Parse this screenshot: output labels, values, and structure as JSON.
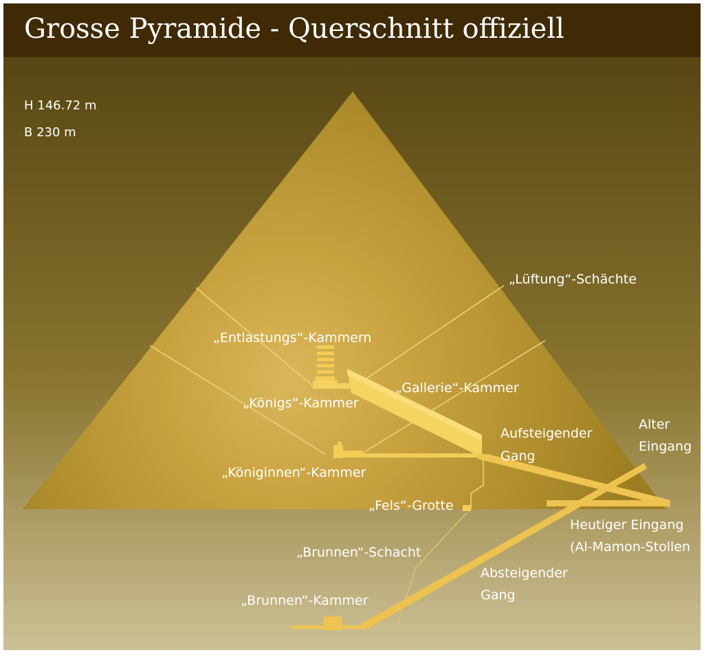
{
  "title": "Grosse Pyramide - Querschnitt offiziell",
  "dimensions": {
    "height": "H 146.72 m",
    "base": "B 230 m"
  },
  "labels": {
    "ventilation_shafts": "„Lüftung“-Schächte",
    "relieving_chambers": "„Entlastungs“-Kammern",
    "kings_chamber": "„Königs“-Kammer",
    "grand_gallery": "„Gallerie“-Kammer",
    "ascending_passage": [
      "Aufsteigender",
      "Gang"
    ],
    "old_entrance": [
      "Alter",
      "Eingang"
    ],
    "queens_chamber": "„Königinnen“-Kammer",
    "grotto": "„Fels“-Grotte",
    "current_entrance": [
      "Heutiger Eingang",
      "(Al-Mamon-Stollen"
    ],
    "well_shaft": "„Brunnen“-Schacht",
    "descending_passage": [
      "Absteigender",
      "Gang"
    ],
    "subterranean_chamber": "„Brunnen“-Kammer"
  },
  "colors": {
    "title_bar": "#3f2a05",
    "background_top": "#5d4c16",
    "background_bottom": "#c9bc90",
    "pyramid_light": "#d7ae4c",
    "pyramid_dark": "#a58628",
    "passages": "#f3cd56",
    "label_text": "#ffffff"
  }
}
